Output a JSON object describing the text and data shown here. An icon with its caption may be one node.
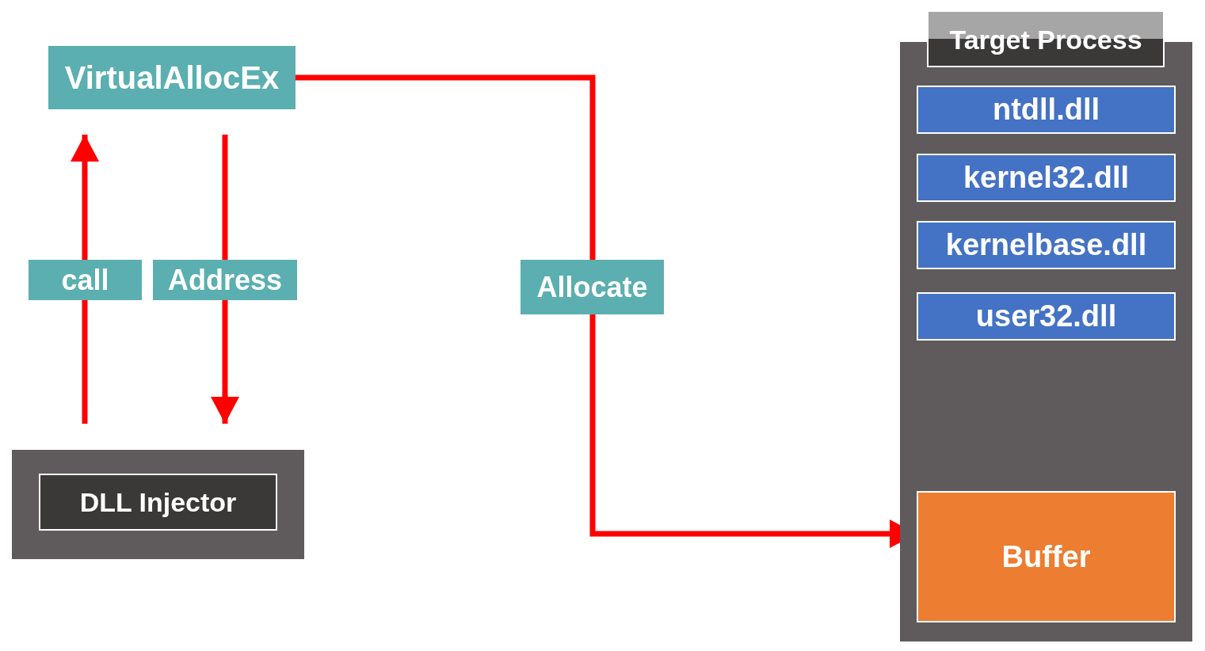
{
  "diagram": {
    "nodes": [
      {
        "text": [
          "VirtualAllocEx"
        ]
      },
      {
        "text": [],
        "shape": "box"
      },
      {
        "text": [
          "DLL Injector"
        ],
        "in": 1
      },
      {
        "text": [
          "Target Process"
        ]
      },
      {
        "text": [
          "ntdll.dll"
        ],
        "in": 3
      },
      {
        "text": [
          "kernel32.dll"
        ],
        "in": 3
      },
      {
        "text": [
          "kernelbase.dll"
        ],
        "in": 3
      },
      {
        "text": [
          "user32.dll"
        ],
        "in": 3
      },
      {
        "text": [
          "Buffer"
        ],
        "in": 3
      }
    ],
    "edges": [
      {
        "from": 1,
        "to": 0,
        "arrow": "to",
        "label": "call"
      },
      {
        "from": 0,
        "to": 1,
        "arrow": "to",
        "label": "Address"
      },
      {
        "from": 0,
        "to": 8,
        "arrow": "to",
        "label": "Allocate"
      }
    ]
  }
}
